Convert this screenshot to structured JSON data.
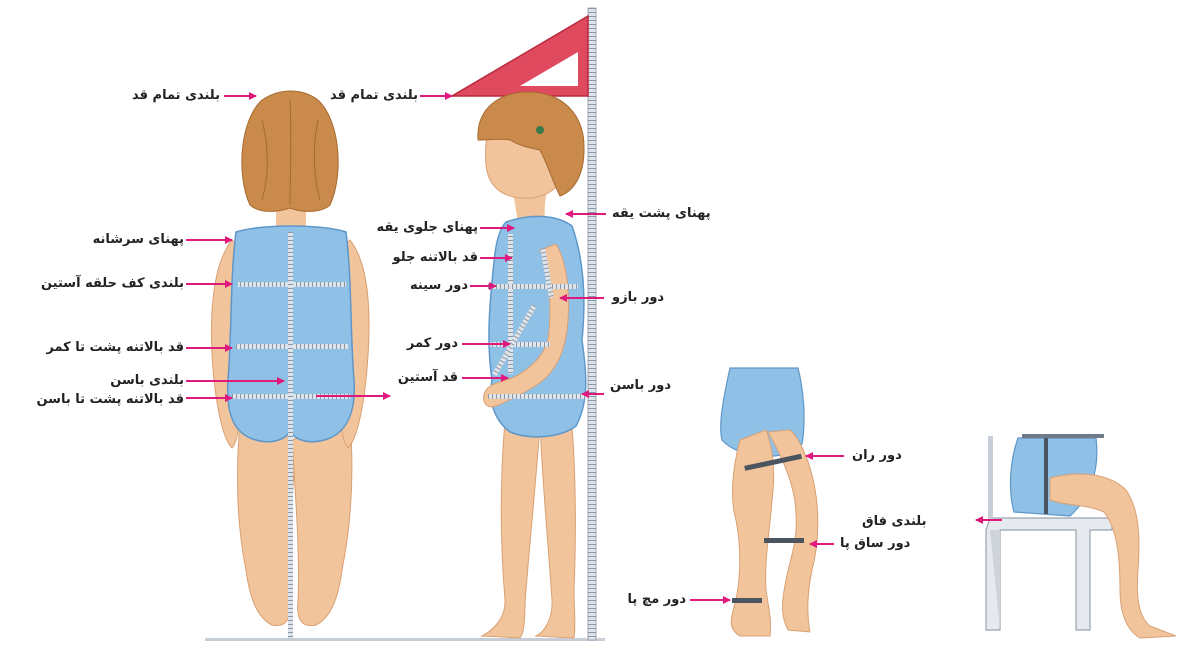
{
  "colors": {
    "arrow": "#e0197d",
    "skin": "#f2c49b",
    "skin_shade": "#d9a074",
    "bodysuit": "#8fc0e6",
    "bodysuit_dark": "#5f97c9",
    "hair": "#c98a4c",
    "hair_dark": "#a8692e",
    "ruler": "#d9dee6",
    "tape": "#4a5560",
    "triangle": "#e04a5f",
    "chair": "#e6e9ee"
  },
  "labels": {
    "back_full_height": "بلندی تمام قد",
    "side_full_height": "بلندی تمام قد",
    "shoulder_width": "پهنای سرشانه",
    "back_neck_width": "پهنای پشت یقه",
    "front_neck_width": "پهنای جلوی یقه",
    "front_bodice_length": "قد بالاتنه جلو",
    "armhole_depth": "بلندی کف حلقه آستین",
    "chest_girth": "دور سینه",
    "upper_arm_girth": "دور بازو",
    "back_waist_length": "قد بالاتنه پشت تا کمر",
    "waist_girth": "دور کمر",
    "hip_height": "بلندی باسن",
    "sleeve_length": "قد آستین",
    "hip_girth": "دور باسن",
    "back_hip_length": "قد بالاتنه پشت تا باسن",
    "thigh_girth": "دور ران",
    "crotch_height": "بلندی فاق",
    "calf_girth": "دور ساق پا",
    "ankle_girth": "دور مچ پا"
  }
}
